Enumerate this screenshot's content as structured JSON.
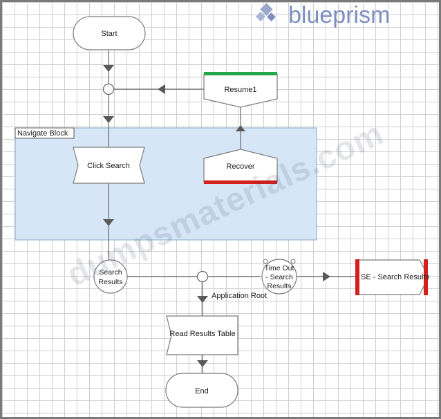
{
  "logo": {
    "text": "blueprism",
    "color": "#7d8fc0"
  },
  "watermark": "dumpsmaterials.com",
  "block": {
    "label": "Navigate Block",
    "fill": "#d6e6f7",
    "stroke": "#8aa6c8"
  },
  "stages": {
    "start": "Start",
    "resume": "Resume1",
    "click_search": "Click Search",
    "recover": "Recover",
    "search_results": [
      "Search",
      "Results"
    ],
    "time_out": [
      "Time Out",
      "- Search",
      "Results"
    ],
    "exception": "SE - Search Results",
    "app_root": "Application Root",
    "read_results": "Read Results Table",
    "end": "End"
  },
  "colors": {
    "resume_bar": "#22a84a",
    "red_bar": "#d41f1f",
    "line": "#666666"
  }
}
